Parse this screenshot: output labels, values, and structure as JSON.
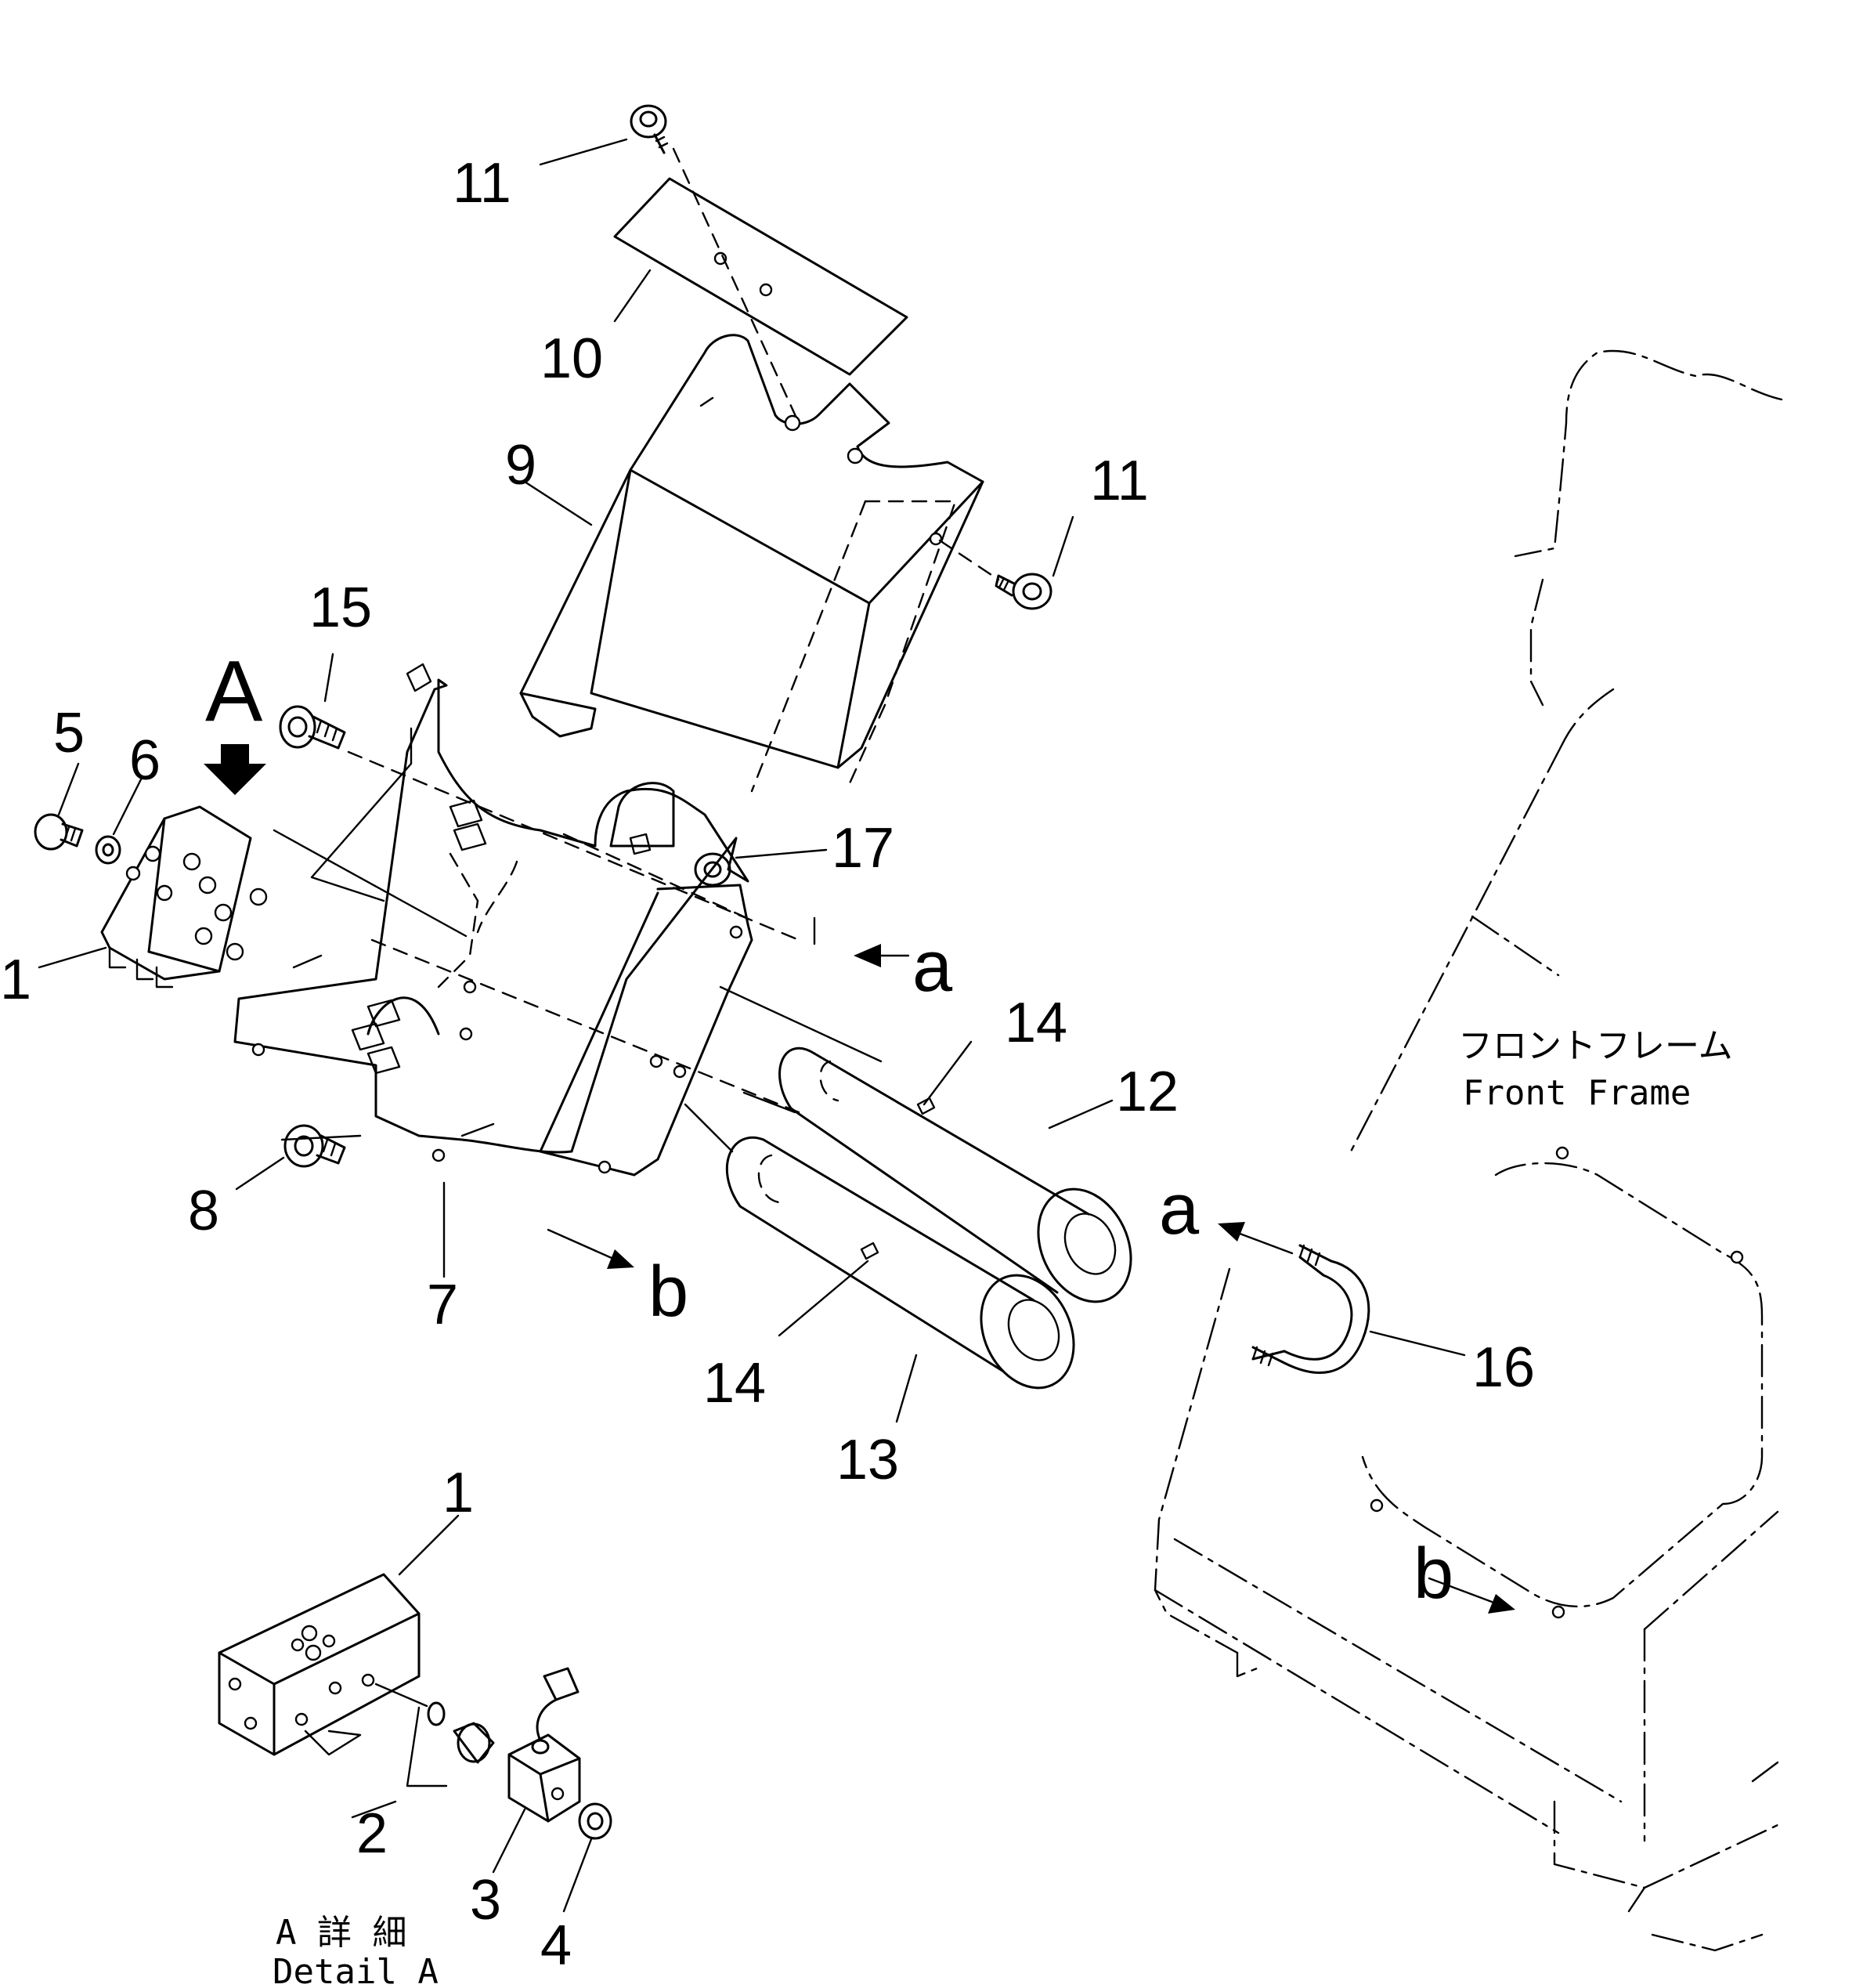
{
  "diagram": {
    "part_numbers": {
      "p1": "1",
      "p1_detail": "1",
      "p2": "2",
      "p3": "3",
      "p4": "4",
      "p5": "5",
      "p6": "6",
      "p7": "7",
      "p8": "8",
      "p9": "9",
      "p10": "10",
      "p11_top": "11",
      "p11_right": "11",
      "p12": "12",
      "p13": "13",
      "p14_upper": "14",
      "p14_lower": "14",
      "p15": "15",
      "p16": "16",
      "p17": "17"
    },
    "view_marker": "A",
    "connection_labels": {
      "a_left": "a",
      "a_right": "a",
      "b_left": "b",
      "b_right": "b"
    },
    "front_frame_label_jp": "フロントフレーム",
    "front_frame_label_en": "Front Frame",
    "detail_caption_jp": "A 詳 細",
    "detail_caption_en": "Detail A"
  }
}
